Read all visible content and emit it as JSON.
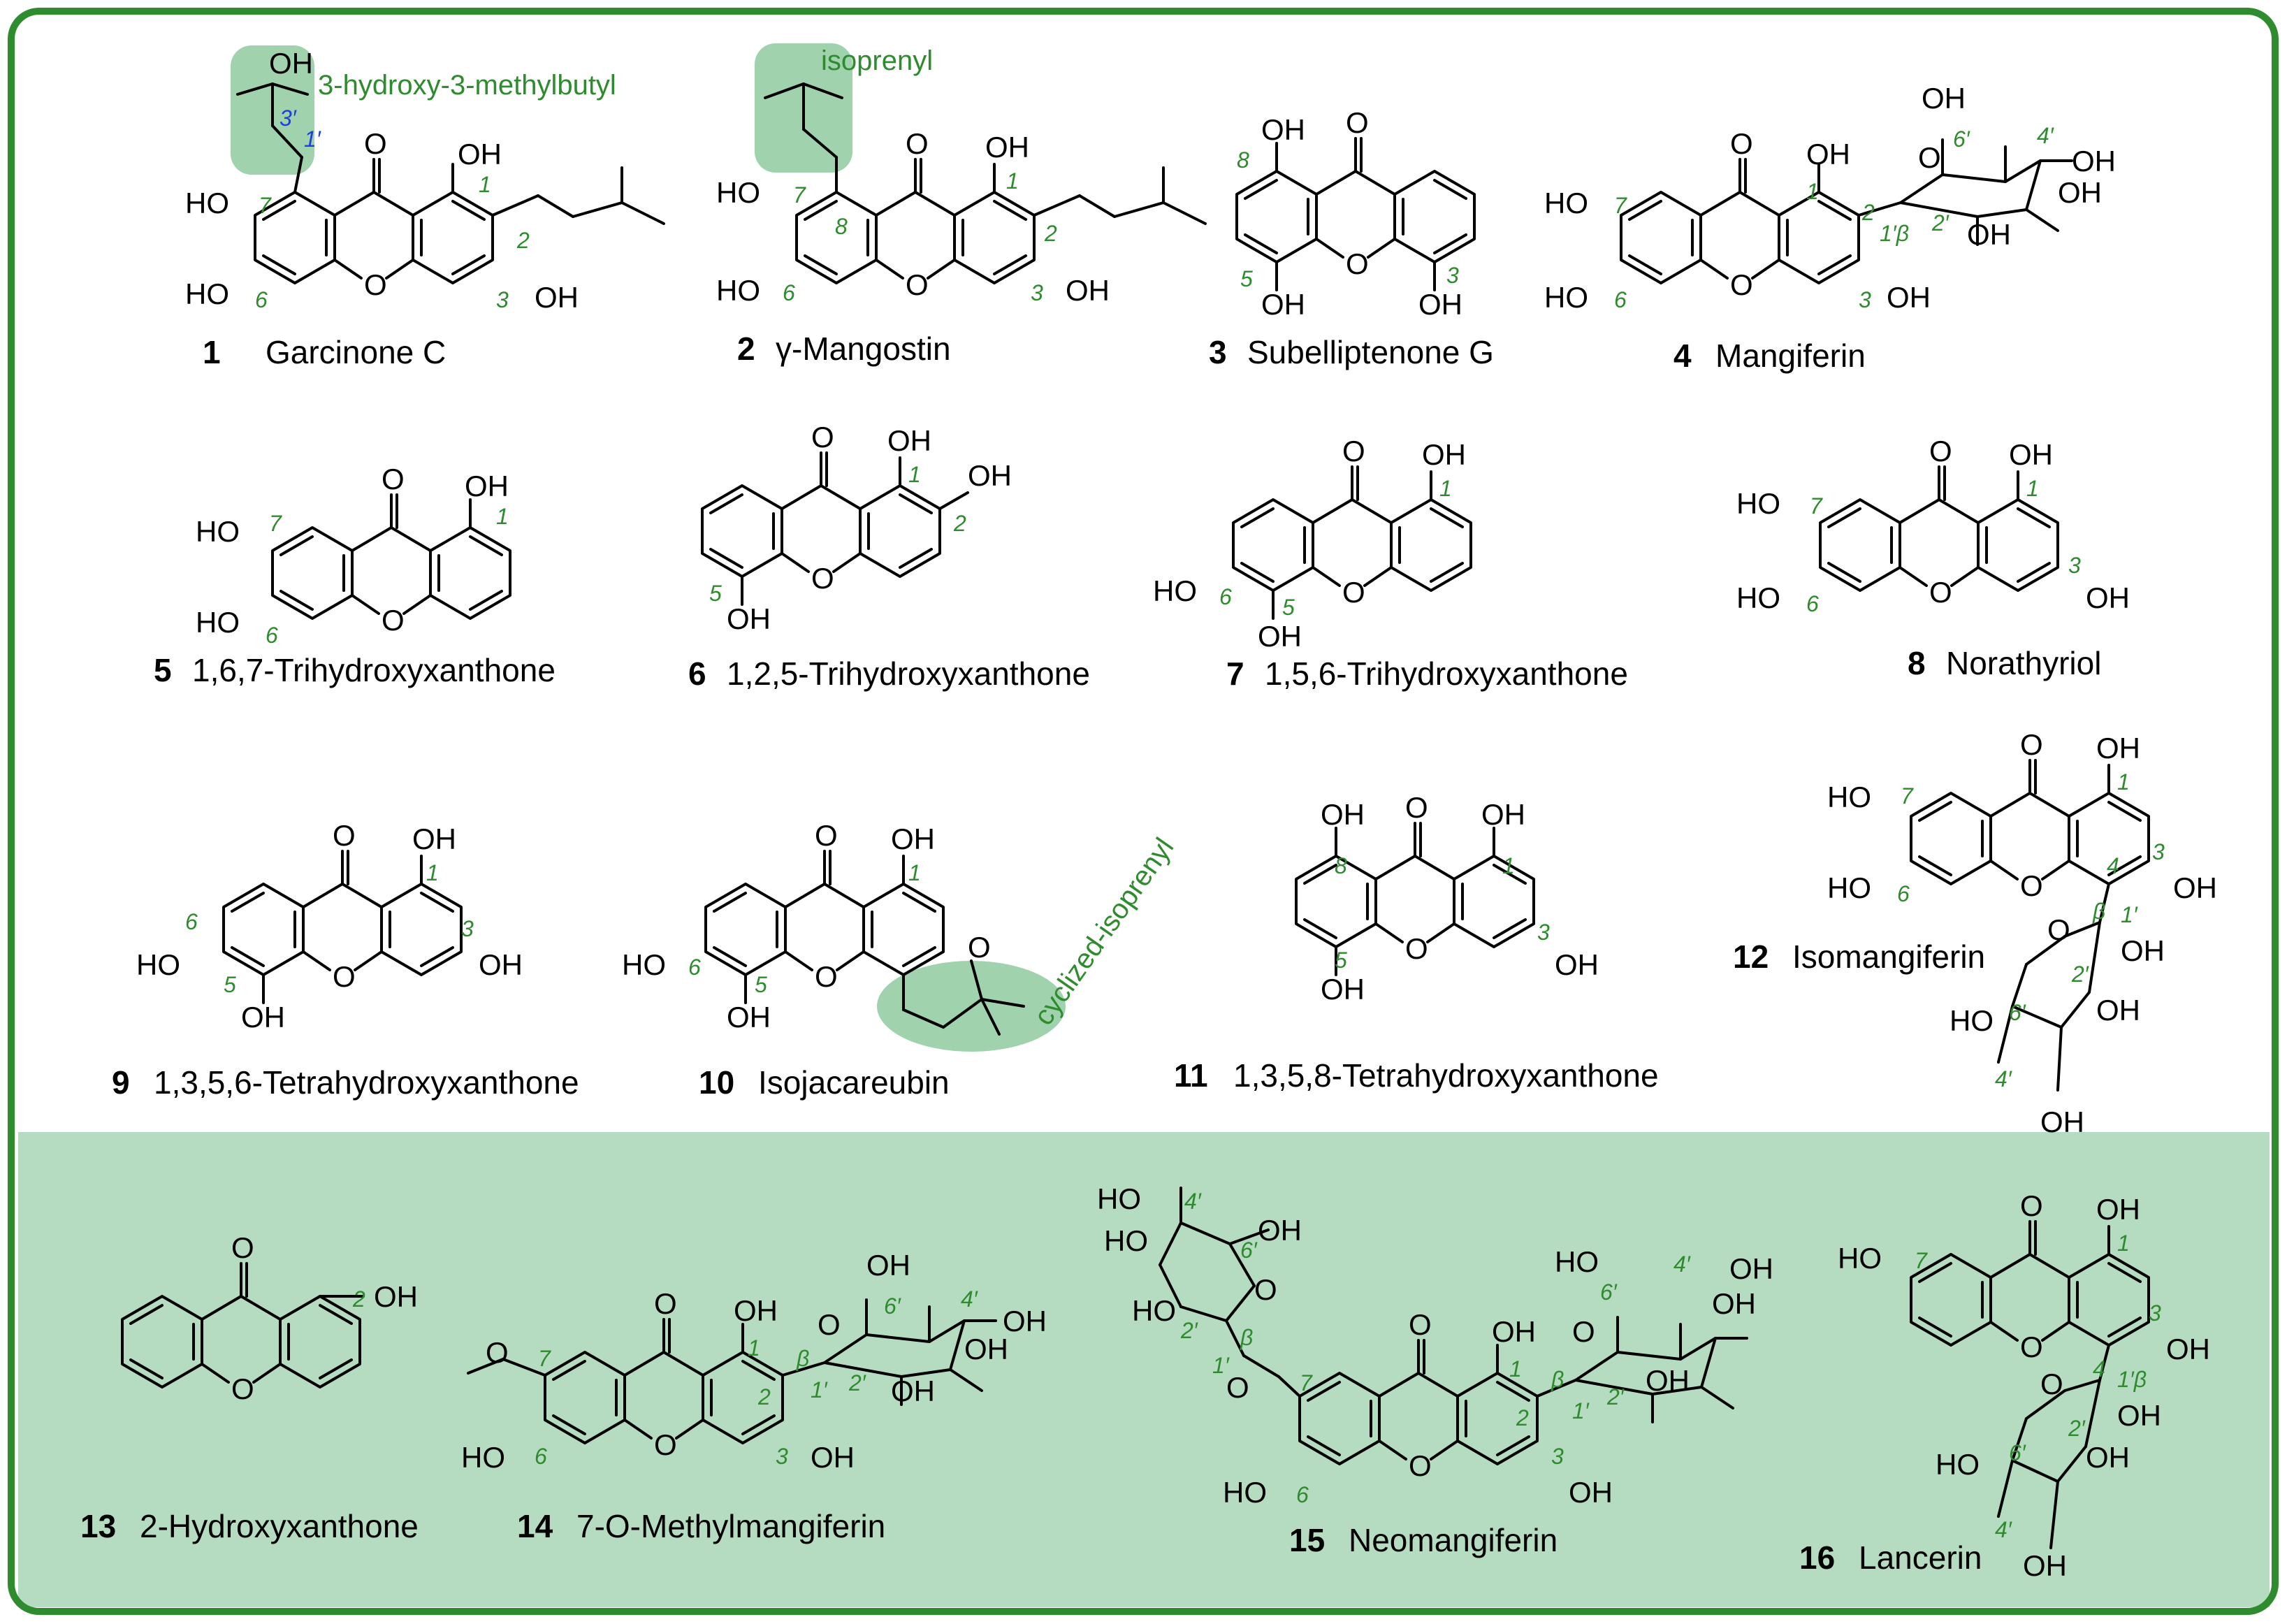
{
  "colors": {
    "frame_green": "#2e8b2e",
    "panel_green": "#b5dcc0",
    "highlight_green": "#9fd2ad",
    "label_green": "#2e8b2e",
    "label_blue": "#1f3fdd"
  },
  "annotations": {
    "hydroxymethylbutyl": "3-hydroxy-3-methylbutyl",
    "isoprenyl": "isoprenyl",
    "cyclized_isoprenyl": "cyclized-isoprenyl"
  },
  "atoms": {
    "OH": "OH",
    "HO": "HO",
    "O": "O"
  },
  "compounds": [
    {
      "id": "1",
      "name": "Garcinone C"
    },
    {
      "id": "2",
      "name": "γ-Mangostin"
    },
    {
      "id": "3",
      "name": "Subelliptenone G"
    },
    {
      "id": "4",
      "name": "Mangiferin"
    },
    {
      "id": "5",
      "name": "1,6,7-Trihydroxyxanthone"
    },
    {
      "id": "6",
      "name": "1,2,5-Trihydroxyxanthone"
    },
    {
      "id": "7",
      "name": "1,5,6-Trihydroxyxanthone"
    },
    {
      "id": "8",
      "name": "Norathyriol"
    },
    {
      "id": "9",
      "name": "1,3,5,6-Tetrahydroxyxanthone"
    },
    {
      "id": "10",
      "name": "Isojacareubin"
    },
    {
      "id": "11",
      "name": "1,3,5,8-Tetrahydroxyxanthone"
    },
    {
      "id": "12",
      "name": "Isomangiferin"
    },
    {
      "id": "13",
      "name": "2-Hydroxyxanthone"
    },
    {
      "id": "14",
      "name": "7-O-Methylmangiferin"
    },
    {
      "id": "15",
      "name": "Neomangiferin"
    },
    {
      "id": "16",
      "name": "Lancerin"
    }
  ],
  "positions": {
    "p1": "1",
    "p2": "2",
    "p3": "3",
    "p4": "4",
    "p5": "5",
    "p6": "6",
    "p7": "7",
    "p8": "8",
    "p1p": "1′",
    "p2p": "2′",
    "p3p": "3′",
    "p4p": "4′",
    "p6p": "6′",
    "p1pb": "1′β",
    "beta": "β"
  }
}
